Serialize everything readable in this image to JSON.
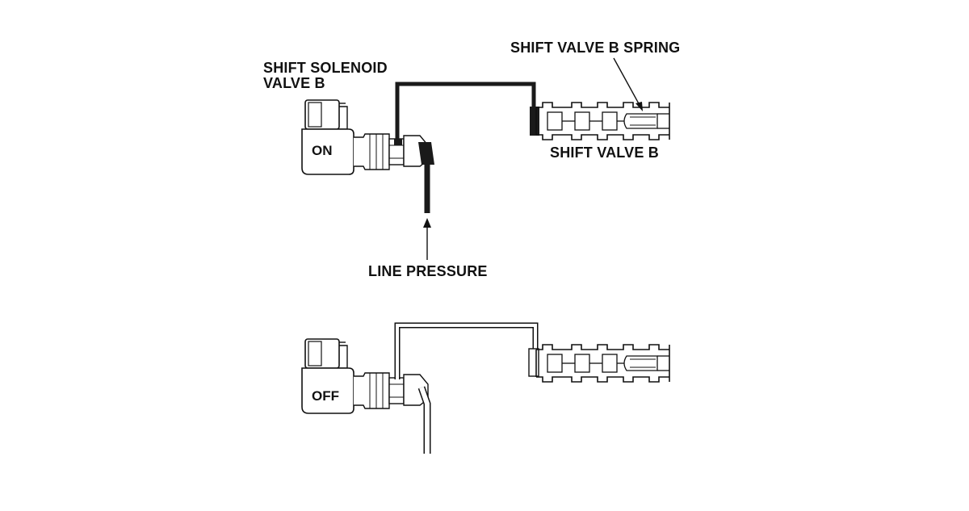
{
  "labels": {
    "solenoid_line1": "SHIFT SOLENOID",
    "solenoid_line2": "VALVE B",
    "spring": "SHIFT VALVE B SPRING",
    "shift_valve": "SHIFT VALVE B",
    "line_pressure": "LINE PRESSURE",
    "state_on": "ON",
    "state_off": "OFF"
  },
  "colors": {
    "ink": "#111111",
    "pressurized": "#1a1a1a",
    "body_fill": "#ffffff"
  }
}
